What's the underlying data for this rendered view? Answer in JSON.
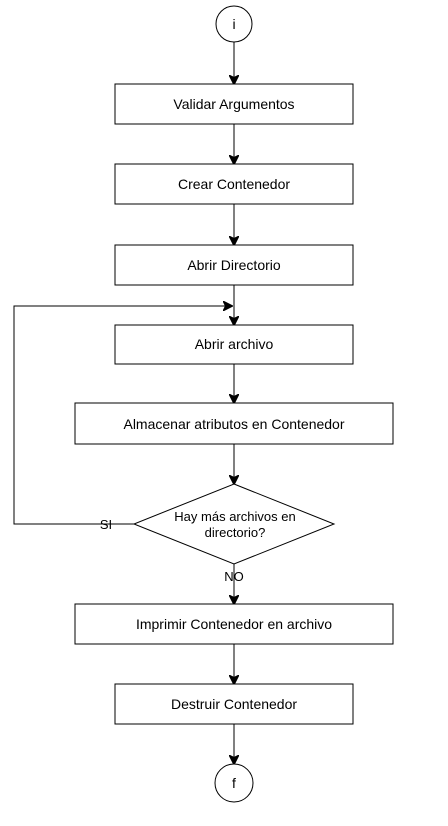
{
  "flowchart": {
    "start_label": "i",
    "end_label": "f",
    "steps": {
      "validar": "Validar Argumentos",
      "crear": "Crear Contenedor",
      "abrir_directorio": "Abrir Directorio",
      "abrir_archivo": "Abrir archivo",
      "almacenar": "Almacenar atributos en Contenedor",
      "imprimir": "Imprimir Contenedor en archivo",
      "destruir": "Destruir Contenedor"
    },
    "decision": {
      "line1": "Hay más archivos en",
      "line2": "directorio?",
      "yes_label": "SI",
      "no_label": "NO"
    }
  }
}
